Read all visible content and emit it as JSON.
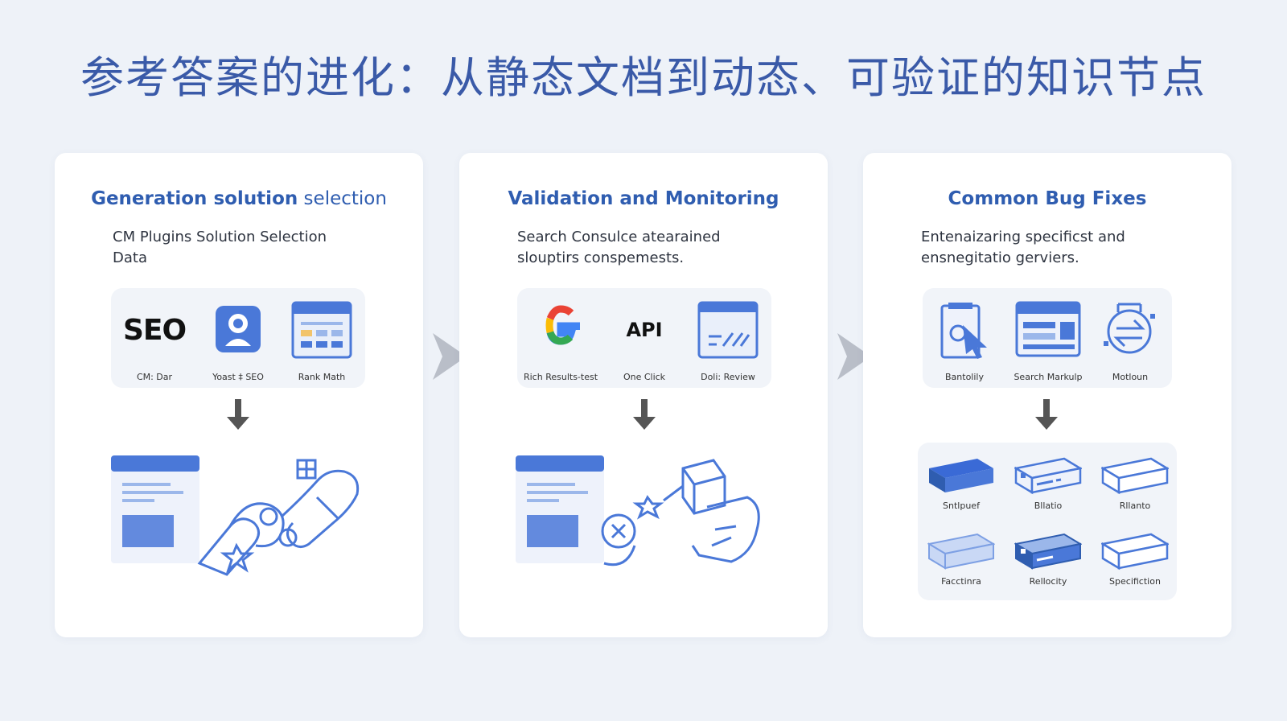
{
  "title": "参考答案的进化：从静态文档到动态、可验证的知识节点",
  "colors": {
    "accent": "#2f5db0",
    "illustration": "#4a78d8",
    "background": "#eef2f8"
  },
  "cards": [
    {
      "title_bold": "Generation solution",
      "title_light": " selection",
      "desc": "CM Plugins Solution Selection Data",
      "tools": [
        {
          "icon": "seo-logo-icon",
          "text": "SEO",
          "label": "CM: Dar"
        },
        {
          "icon": "yoast-icon",
          "label": "Yoast ‡ SEO"
        },
        {
          "icon": "rank-math-icon",
          "label": "Rank Math"
        }
      ]
    },
    {
      "title_bold": "Validation and Monitoring",
      "title_light": "",
      "desc": "Search Consulce atearained slouptirs conspemests.",
      "tools": [
        {
          "icon": "google-icon",
          "label": "Rich Results-test"
        },
        {
          "icon": "api-icon",
          "text": "API",
          "label": "One Click"
        },
        {
          "icon": "review-window-icon",
          "label": "Doli: Review"
        }
      ]
    },
    {
      "title_bold": "Common Bug Fixes",
      "title_light": "",
      "desc": "Entenaizaring specificst and ensnegitatio gerviers.",
      "tools": [
        {
          "icon": "document-cursor-icon",
          "label": "Bantolily"
        },
        {
          "icon": "search-markup-icon",
          "label": "Search Markulp"
        },
        {
          "icon": "motion-icon",
          "label": "Motloun"
        }
      ],
      "grid": [
        {
          "label": "Sntlpuef"
        },
        {
          "label": "Bllatio"
        },
        {
          "label": "Rllanto"
        },
        {
          "label": "Facctinra"
        },
        {
          "label": "Rellocity"
        },
        {
          "label": "Specifiction"
        }
      ]
    }
  ]
}
